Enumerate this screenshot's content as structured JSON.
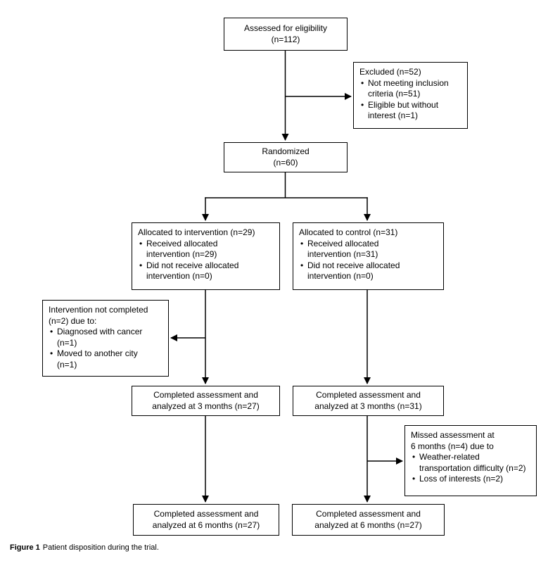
{
  "figure_caption": {
    "label": "Figure 1",
    "text": "Patient disposition during the trial."
  },
  "colors": {
    "line": "#000000",
    "text": "#000000",
    "background": "#ffffff"
  },
  "boxes": {
    "assessed": {
      "lines": [
        {
          "t": "center",
          "text": "Assessed for eligibility"
        },
        {
          "t": "center",
          "text": "(n=112)"
        }
      ]
    },
    "excluded": {
      "lines": [
        {
          "t": "title",
          "text": "Excluded (n=52)"
        },
        {
          "t": "bullet",
          "text": "Not meeting inclusion"
        },
        {
          "t": "cont",
          "text": "criteria (n=51)"
        },
        {
          "t": "bullet",
          "text": "Eligible but without"
        },
        {
          "t": "cont",
          "text": "interest (n=1)"
        }
      ]
    },
    "randomized": {
      "lines": [
        {
          "t": "center",
          "text": "Randomized"
        },
        {
          "t": "center",
          "text": "(n=60)"
        }
      ]
    },
    "allocated_intervention": {
      "lines": [
        {
          "t": "title",
          "text": "Allocated to intervention (n=29)"
        },
        {
          "t": "bullet",
          "text": "Received allocated"
        },
        {
          "t": "cont",
          "text": "intervention (n=29)"
        },
        {
          "t": "bullet",
          "text": "Did not receive allocated"
        },
        {
          "t": "cont",
          "text": "intervention (n=0)"
        }
      ]
    },
    "allocated_control": {
      "lines": [
        {
          "t": "title",
          "text": "Allocated to control (n=31)"
        },
        {
          "t": "bullet",
          "text": "Received allocated"
        },
        {
          "t": "cont",
          "text": "intervention (n=31)"
        },
        {
          "t": "bullet",
          "text": "Did not receive allocated"
        },
        {
          "t": "cont",
          "text": "intervention (n=0)"
        }
      ]
    },
    "intervention_not_completed": {
      "lines": [
        {
          "t": "title",
          "text": "Intervention not completed"
        },
        {
          "t": "title",
          "text": "(n=2) due to:"
        },
        {
          "t": "bullet",
          "text": "Diagnosed with cancer"
        },
        {
          "t": "cont",
          "text": "(n=1)"
        },
        {
          "t": "bullet",
          "text": "Moved to another city"
        },
        {
          "t": "cont",
          "text": "(n=1)"
        }
      ]
    },
    "completed_3mo_intervention": {
      "lines": [
        {
          "t": "center",
          "text": "Completed assessment and"
        },
        {
          "t": "center",
          "text": "analyzed at 3 months (n=27)"
        }
      ]
    },
    "completed_3mo_control": {
      "lines": [
        {
          "t": "center",
          "text": "Completed assessment and"
        },
        {
          "t": "center",
          "text": "analyzed at 3 months (n=31)"
        }
      ]
    },
    "missed_6mo": {
      "lines": [
        {
          "t": "title",
          "text": "Missed assessment at"
        },
        {
          "t": "title",
          "text": "6 months (n=4) due to"
        },
        {
          "t": "bullet",
          "text": "Weather-related"
        },
        {
          "t": "cont",
          "text": "transportation difficulty (n=2)"
        },
        {
          "t": "bullet",
          "text": "Loss of interests (n=2)"
        }
      ]
    },
    "completed_6mo_intervention": {
      "lines": [
        {
          "t": "center",
          "text": "Completed assessment and"
        },
        {
          "t": "center",
          "text": "analyzed at 6 months (n=27)"
        }
      ]
    },
    "completed_6mo_control": {
      "lines": [
        {
          "t": "center",
          "text": "Completed assessment and"
        },
        {
          "t": "center",
          "text": "analyzed at 6 months (n=27)"
        }
      ]
    }
  }
}
